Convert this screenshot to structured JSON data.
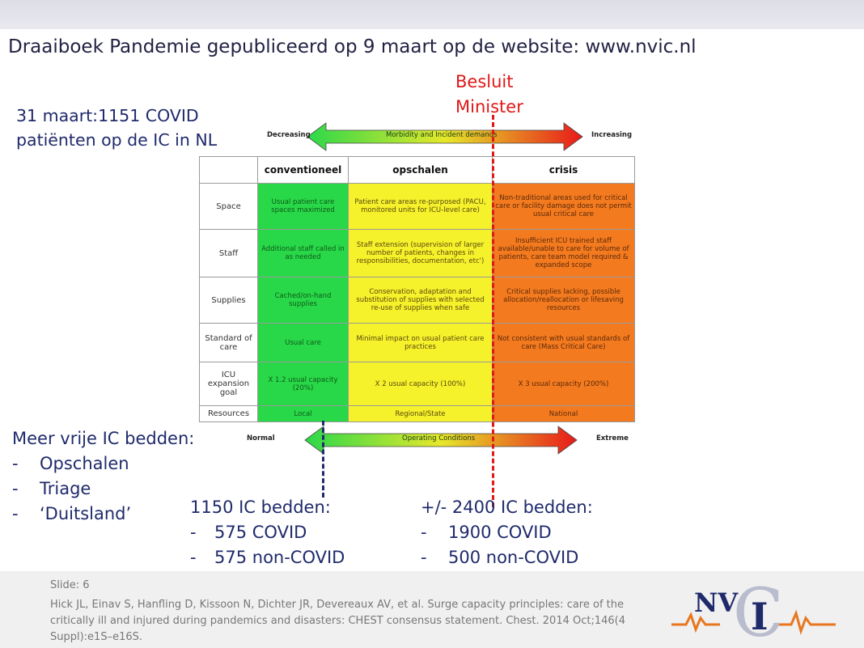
{
  "title": "Draaiboek Pandemie gepubliceerd op 9 maart op de website: www.nvic.nl",
  "besluit": [
    "Besluit",
    "Minister"
  ],
  "covid_note": [
    "31 maart:1151 COVID",
    "patiënten op de IC in NL"
  ],
  "top_arrow": {
    "left": "Decreasing",
    "middle": "Morbidity and Incident demands",
    "right": "Increasing"
  },
  "bottom_arrow": {
    "left": "Normal",
    "middle": "Operating Conditions",
    "right": "Extreme"
  },
  "table": {
    "headers": [
      "",
      "conventioneel",
      "opschalen",
      "crisis"
    ],
    "rows": [
      {
        "label": "Space",
        "cells": [
          "Usual patient care spaces maximized",
          "Patient care areas re-purposed (PACU, monitored units for ICU-level care)",
          "Non-traditional areas used for critical care or facility damage does not permit usual critical care"
        ]
      },
      {
        "label": "Staff",
        "cells": [
          "Additional staff called in as needed",
          "Staff extension (supervision of larger number of patients, changes in responsibilities, documentation, etc')",
          "Insufficient ICU trained staff available/unable to care for volume of patients, care team model required & expanded scope"
        ]
      },
      {
        "label": "Supplies",
        "cells": [
          "Cached/on-hand supplies",
          "Conservation, adaptation and substitution of supplies with selected re-use of supplies when safe",
          "Critical supplies lacking, possible allocation/reallocation or lifesaving resources"
        ]
      },
      {
        "label": "Standard of care",
        "cells": [
          "Usual care",
          "Minimal impact on usual patient care practices",
          "Not consistent with usual standards of care (Mass Critical Care)"
        ]
      },
      {
        "label": "ICU expansion goal",
        "cells": [
          "X 1.2 usual capacity (20%)",
          "X 2 usual capacity (100%)",
          "X 3 usual capacity (200%)"
        ]
      },
      {
        "label": "Resources",
        "cells": [
          "Local",
          "Regional/State",
          "National"
        ]
      }
    ]
  },
  "vrije_bedden": {
    "heading": "Meer vrije IC bedden:",
    "items": [
      "Opschalen",
      "Triage",
      "‘Duitsland’"
    ]
  },
  "beds_1150": {
    "heading": "1150 IC bedden:",
    "items": [
      "575 COVID",
      "575 non-COVID"
    ]
  },
  "beds_2400": {
    "heading": "+/- 2400 IC bedden:",
    "items": [
      "1900 COVID",
      "500 non-COVID"
    ]
  },
  "footer": {
    "slide": "Slide: 6",
    "reference": "Hick JL, Einav S, Hanfling D, Kissoon N, Dichter JR, Devereaux AV, et al. Surge capacity principles: care of the critically ill and injured during pandemics and disasters: CHEST consensus statement. Chest. 2014 Oct;146(4 Suppl):e1S–e16S."
  },
  "logo": {
    "text": "NV",
    "letter_c": "C",
    "letter_i": "I",
    "colors": {
      "navy": "#1f2a6b",
      "orange": "#e8761e",
      "silver": "#b8bccc"
    }
  },
  "colors": {
    "green": "#29d848",
    "yellow": "#f5f12a",
    "orange": "#f47a1f",
    "red": "#e01818",
    "navy": "#1f2a6b"
  }
}
